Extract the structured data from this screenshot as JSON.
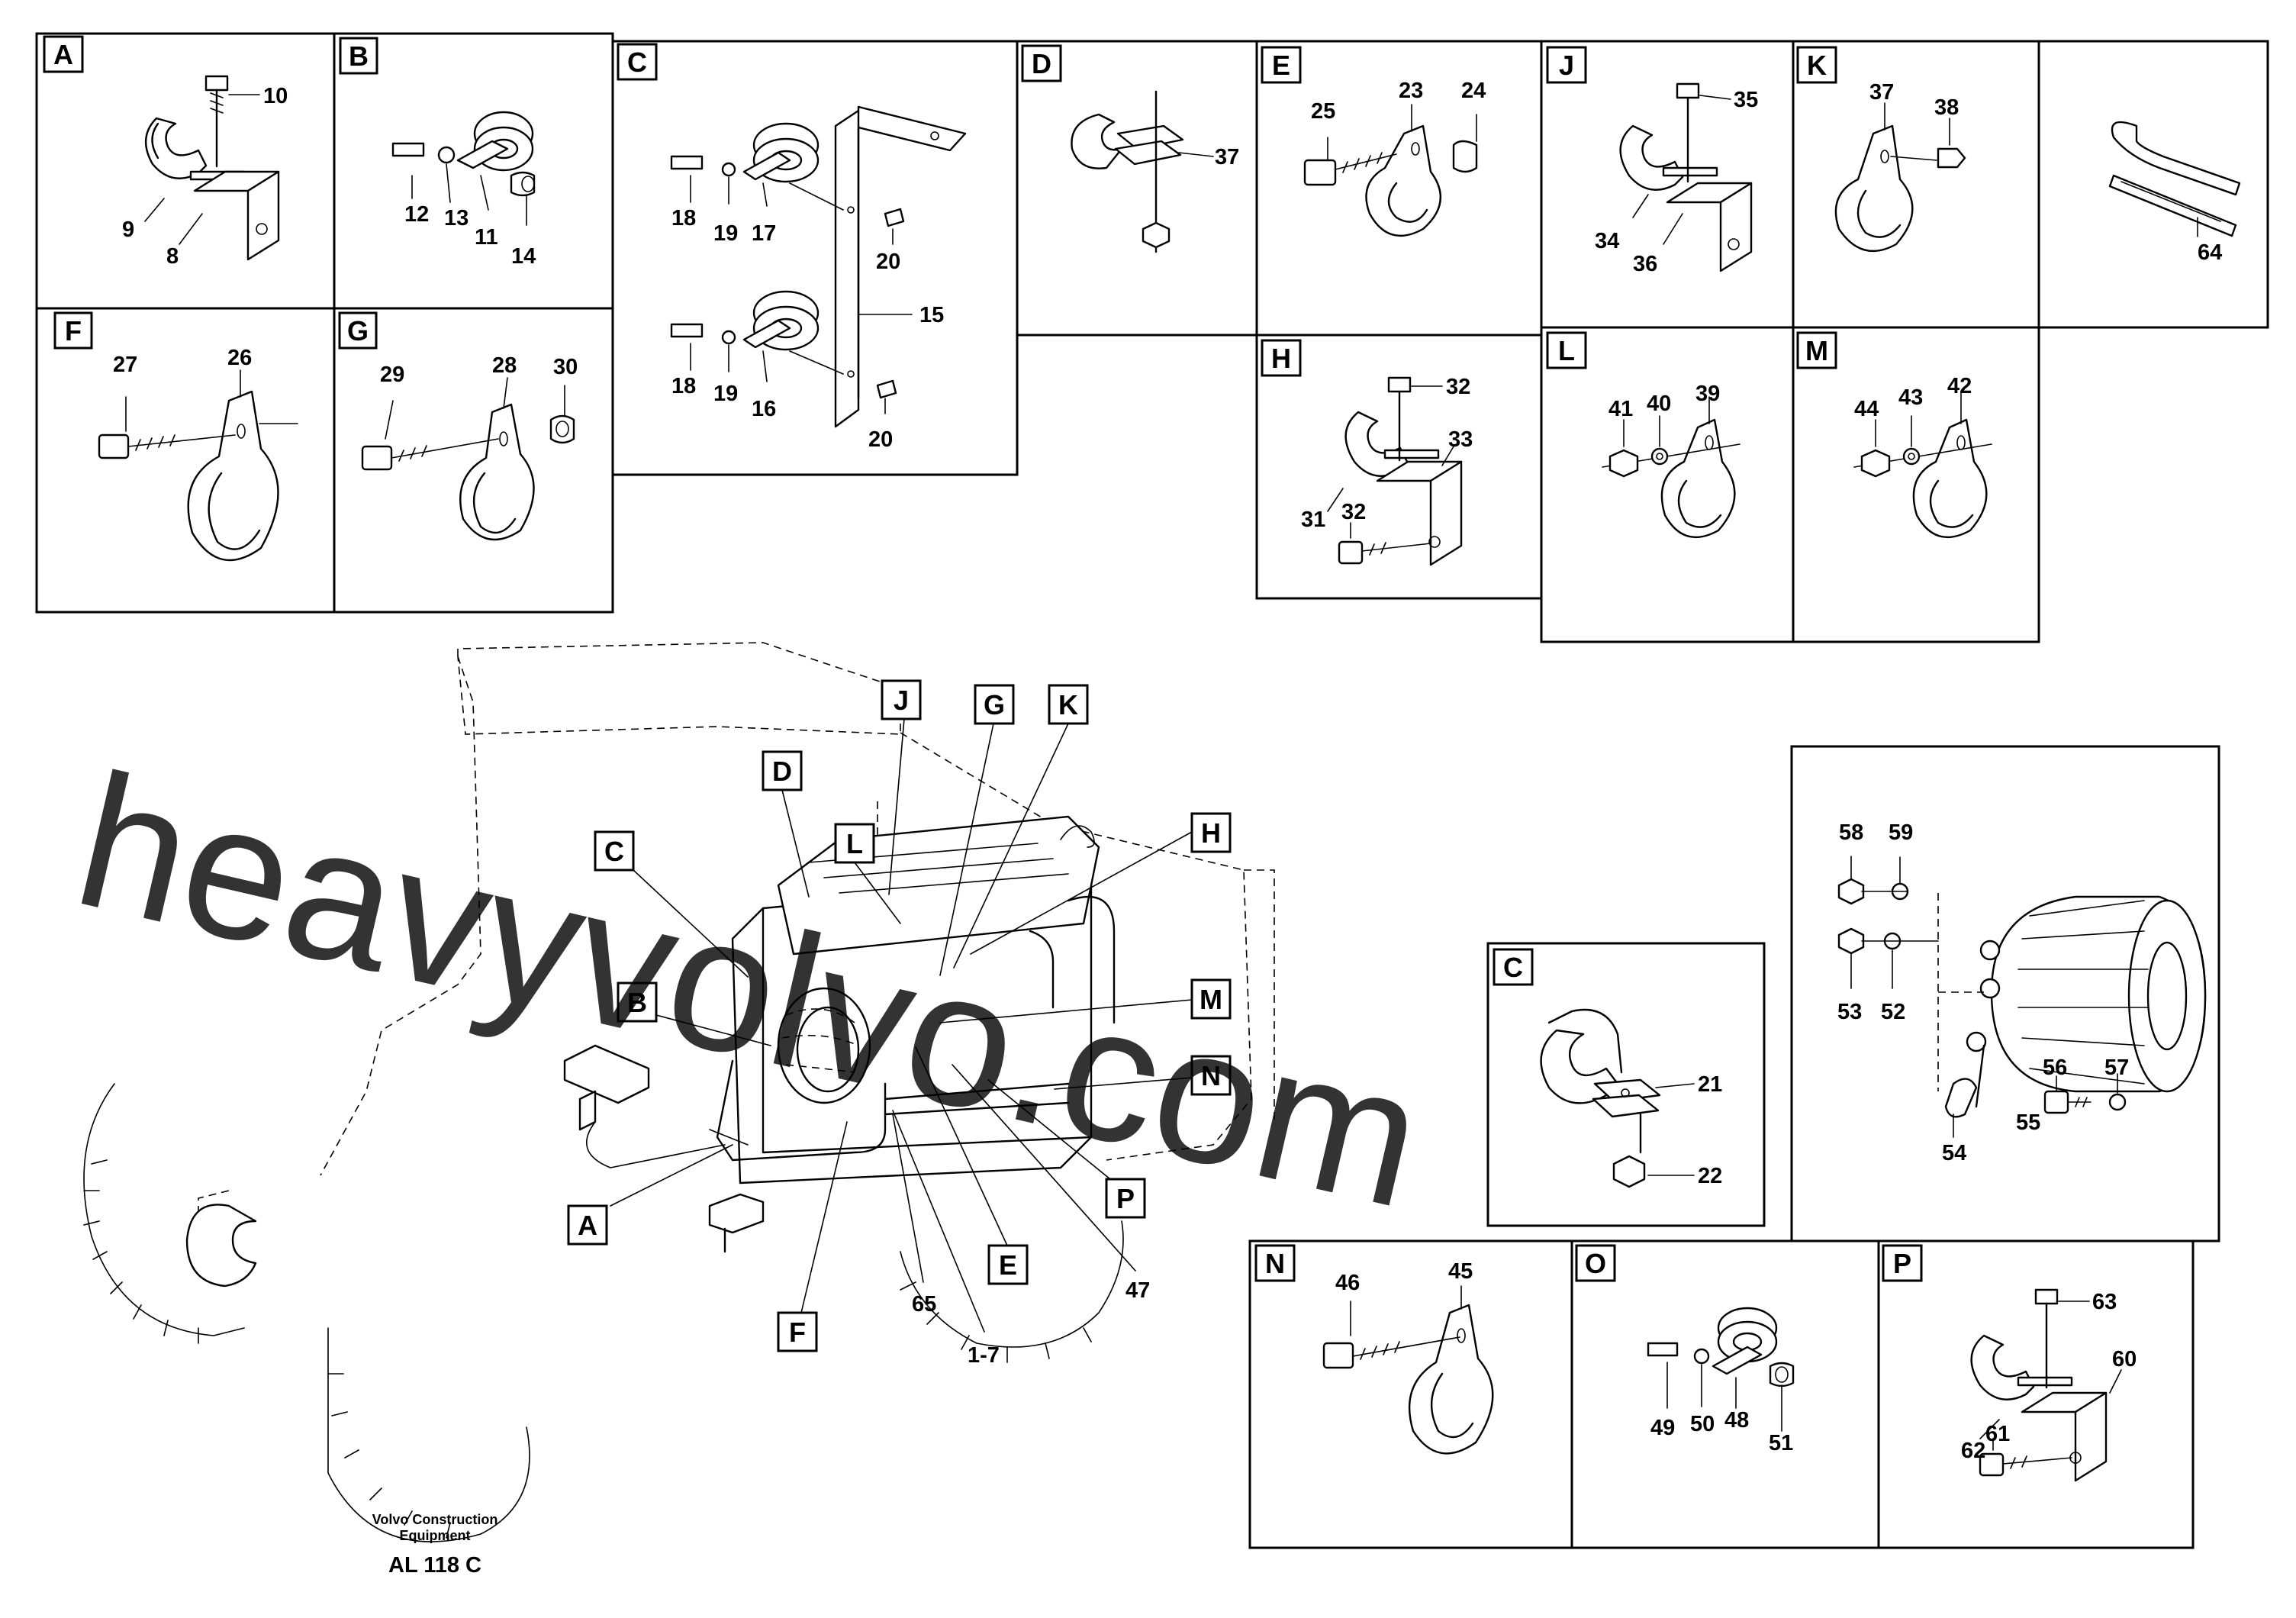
{
  "panels": {
    "A": {
      "letter": "A",
      "callouts": [
        "10",
        "9",
        "8"
      ]
    },
    "B": {
      "letter": "B",
      "callouts": [
        "12",
        "13",
        "11",
        "14"
      ]
    },
    "C": {
      "letter": "C",
      "callouts": [
        "18",
        "19",
        "17",
        "20",
        "15",
        "18",
        "19",
        "16",
        "20"
      ]
    },
    "D": {
      "letter": "D",
      "callouts": [
        "37"
      ]
    },
    "E": {
      "letter": "E",
      "callouts": [
        "25",
        "23",
        "24"
      ]
    },
    "J": {
      "letter": "J",
      "callouts": [
        "35",
        "34",
        "36"
      ]
    },
    "K": {
      "letter": "K",
      "callouts": [
        "37",
        "38"
      ]
    },
    "tie": {
      "callouts": [
        "64"
      ]
    },
    "F": {
      "letter": "F",
      "callouts": [
        "27",
        "26"
      ]
    },
    "G": {
      "letter": "G",
      "callouts": [
        "29",
        "28",
        "30"
      ]
    },
    "H": {
      "letter": "H",
      "callouts": [
        "32",
        "33",
        "31",
        "32"
      ]
    },
    "L": {
      "letter": "L",
      "callouts": [
        "41",
        "40",
        "39"
      ]
    },
    "M": {
      "letter": "M",
      "callouts": [
        "44",
        "43",
        "42"
      ]
    },
    "C2": {
      "letter": "C",
      "callouts": [
        "21",
        "22"
      ]
    },
    "alt": {
      "callouts": [
        "58",
        "59",
        "53",
        "52",
        "56",
        "57",
        "54",
        "55"
      ]
    },
    "N": {
      "letter": "N",
      "callouts": [
        "46",
        "45"
      ]
    },
    "O": {
      "letter": "O",
      "callouts": [
        "49",
        "50",
        "48",
        "51"
      ]
    },
    "P": {
      "letter": "P",
      "callouts": [
        "63",
        "60",
        "62",
        "61"
      ]
    }
  },
  "main": {
    "labels": [
      "J",
      "G",
      "K",
      "D",
      "L",
      "H",
      "C",
      "M",
      "B",
      "N",
      "P",
      "A",
      "E",
      "F"
    ],
    "numbers": [
      "65",
      "1-7",
      "47"
    ]
  },
  "watermark": "heavyvolvo.com",
  "credit": {
    "line1": "Volvo Construction",
    "line2": "Equipment"
  },
  "figure_code": "AL 118 C"
}
